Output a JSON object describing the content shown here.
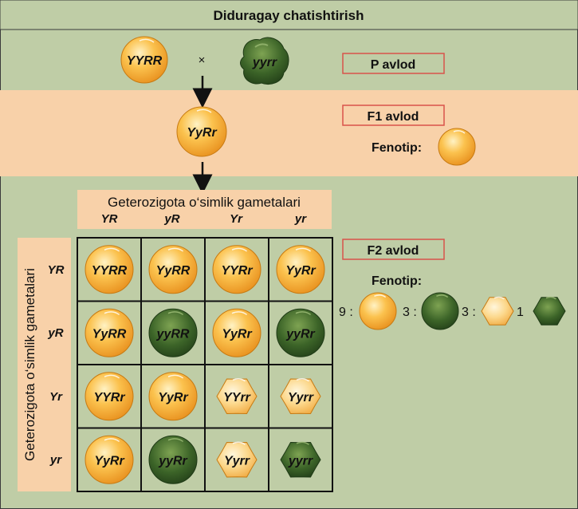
{
  "title": "Diduragay chatishtirish",
  "p_generation": {
    "label": "P avlod",
    "parent1": "YYRR",
    "cross_symbol": "×",
    "parent2": "yyrr"
  },
  "f1_generation": {
    "label": "F1 avlod",
    "genotype": "YyRr",
    "phenotype_label": "Fenotip:"
  },
  "top_header": {
    "title": "Geterozigota o‘simlik gametalari",
    "gametes": [
      "YR",
      "yR",
      "Yr",
      "yr"
    ]
  },
  "side_header": {
    "title": "Geterozigota o‘simlik gametalari",
    "gametes": [
      "YR",
      "yR",
      "Yr",
      "yr"
    ]
  },
  "punnett": [
    [
      {
        "g": "YYRR",
        "color": "yellow",
        "shape": "round"
      },
      {
        "g": "YyRR",
        "color": "yellow",
        "shape": "round"
      },
      {
        "g": "YYRr",
        "color": "yellow",
        "shape": "round"
      },
      {
        "g": "YyRr",
        "color": "yellow",
        "shape": "round"
      }
    ],
    [
      {
        "g": "YyRR",
        "color": "yellow",
        "shape": "round"
      },
      {
        "g": "yyRR",
        "color": "green",
        "shape": "round"
      },
      {
        "g": "YyRr",
        "color": "yellow",
        "shape": "round"
      },
      {
        "g": "yyRr",
        "color": "green",
        "shape": "round"
      }
    ],
    [
      {
        "g": "YYRr",
        "color": "yellow",
        "shape": "round"
      },
      {
        "g": "YyRr",
        "color": "yellow",
        "shape": "round"
      },
      {
        "g": "YYrr",
        "color": "yellow",
        "shape": "wrinkled"
      },
      {
        "g": "Yyrr",
        "color": "yellow",
        "shape": "wrinkled"
      }
    ],
    [
      {
        "g": "YyRr",
        "color": "yellow",
        "shape": "round"
      },
      {
        "g": "yyRr",
        "color": "green",
        "shape": "round"
      },
      {
        "g": "Yyrr",
        "color": "yellow",
        "shape": "wrinkled"
      },
      {
        "g": "yyrr",
        "color": "green",
        "shape": "wrinkled"
      }
    ]
  ],
  "f2_generation": {
    "label": "F2 avlod",
    "phenotype_label": "Fenotip:",
    "ratio": [
      {
        "n": "9 :",
        "color": "yellow",
        "shape": "round"
      },
      {
        "n": "3 :",
        "color": "green",
        "shape": "round"
      },
      {
        "n": "3 :",
        "color": "yellow",
        "shape": "wrinkled"
      },
      {
        "n": "1",
        "color": "green",
        "shape": "wrinkled"
      }
    ]
  },
  "colors": {
    "background": "#bfcda6",
    "band": "#f8d1a9",
    "label_border": "#d9534a",
    "yellow_seed": "#f7b335",
    "green_seed": "#3f6a2c"
  }
}
